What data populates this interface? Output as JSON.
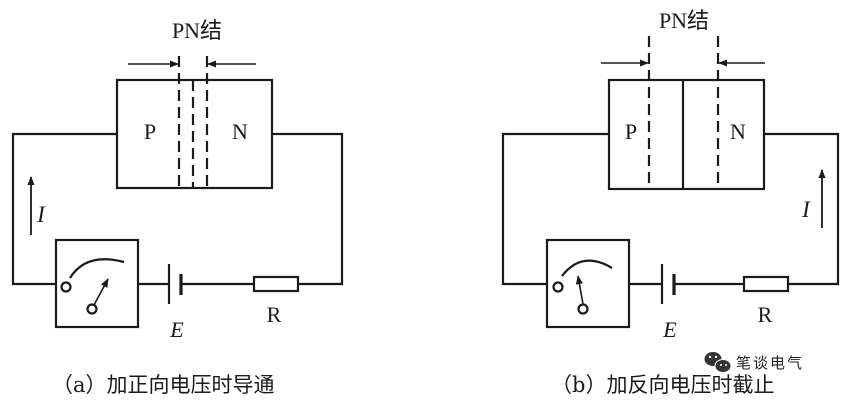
{
  "diagrams": [
    {
      "pn_label": "PN结",
      "p_label": "P",
      "n_label": "N",
      "current_label": "I",
      "battery_label": "E",
      "resistor_label": "R",
      "caption": "（a）加正向电压时导通"
    },
    {
      "pn_label": "PN结",
      "p_label": "P",
      "n_label": "N",
      "current_label": "I",
      "battery_label": "E",
      "resistor_label": "R",
      "caption": "（b）加反向电压时截止"
    }
  ],
  "watermark": {
    "text": "笔谈电气",
    "icon": "wechat-icon"
  },
  "colors": {
    "line": "#1a1a1a",
    "background": "#ffffff"
  }
}
